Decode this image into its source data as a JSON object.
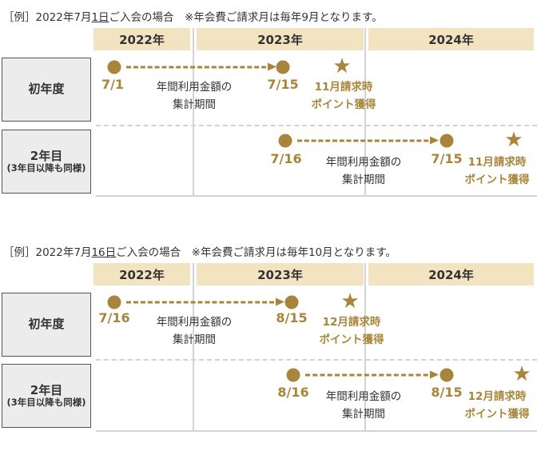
{
  "sections": [
    {
      "title_pre": "［例］2022年7月",
      "title_day": "1日",
      "title_post": "ご入会の場合　※年会費ご請求月は毎年9月となります。",
      "years": [
        "2022年",
        "2023年",
        "2024年"
      ],
      "row1": {
        "label": "初年度",
        "start": "7/1",
        "end": "7/15",
        "period": [
          "年間利用金額の",
          "集計期間"
        ],
        "points": [
          "11月請求時",
          "ポイント獲得"
        ]
      },
      "row2": {
        "label": "2年目",
        "sublabel": "(3年目以降も同様)",
        "start": "7/16",
        "end": "7/15",
        "period": [
          "年間利用金額の",
          "集計期間"
        ],
        "points": [
          "11月請求時",
          "ポイント獲得"
        ]
      }
    },
    {
      "title_pre": "［例］2022年7月",
      "title_day": "16日",
      "title_post": "ご入会の場合　※年会費ご請求月は毎年10月となります。",
      "years": [
        "2022年",
        "2023年",
        "2024年"
      ],
      "row1": {
        "label": "初年度",
        "start": "7/16",
        "end": "8/15",
        "period": [
          "年間利用金額の",
          "集計期間"
        ],
        "points": [
          "12月請求時",
          "ポイント獲得"
        ]
      },
      "row2": {
        "label": "2年目",
        "sublabel": "(3年目以降も同様)",
        "start": "8/16",
        "end": "8/15",
        "period": [
          "年間利用金額の",
          "集計期間"
        ],
        "points": [
          "12月請求時",
          "ポイント獲得"
        ]
      }
    }
  ],
  "colors": {
    "accent": "#a8853a",
    "year_bg": "#f2e4c0",
    "label_bg": "#ececec"
  }
}
